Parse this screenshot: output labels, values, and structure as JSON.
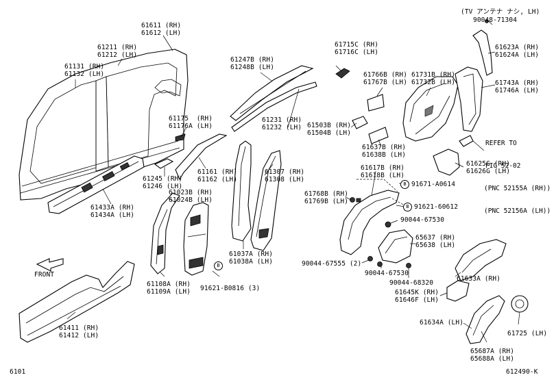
{
  "labels": {
    "p61611": [
      "61611 (RH)",
      "61612 (LH)"
    ],
    "p61211": [
      "61211 (RH)",
      "61212 (LH)"
    ],
    "p61131": [
      "61131 (RH)",
      "61132 (LH)"
    ],
    "p61247": [
      "61247B (RH)",
      "61248B (LH)"
    ],
    "p61715": [
      "61715C (RH)",
      "61716C (LH)"
    ],
    "p61766": [
      "61766B (RH)",
      "61767B (LH)"
    ],
    "p61731": [
      "61731B (RH)",
      "61732B (LH)"
    ],
    "p61623": [
      "61623A (RH)",
      "61624A (LH)"
    ],
    "p61743": [
      "61743A (RH)",
      "61746A (LH)"
    ],
    "p61175": [
      "61175  (RH)",
      "61176A (LH)"
    ],
    "p61231": [
      "61231 (RH)",
      "61232 (LH)"
    ],
    "p61503": [
      "61503B (RH)",
      "61504B (LH)"
    ],
    "p61637": [
      "61637B (RH)",
      "61638B (LH)"
    ],
    "p61625": [
      "61625G (RH)",
      "61626G (LH)"
    ],
    "p61161": [
      "61161 (RH)",
      "61162 (LH)"
    ],
    "p61307": [
      "61307 (RH)",
      "61308 (LH)"
    ],
    "p61245": [
      "61245 (RH)",
      "61246 (LH)"
    ],
    "p61617": [
      "61617B (RH)",
      "61618B (LH)"
    ],
    "p61023": [
      "61023B (RH)",
      "61024B (LH)"
    ],
    "p61768": [
      "61768B (RH)",
      "61769B (LH)"
    ],
    "p61433": [
      "61433A (RH)",
      "61434A (LH)"
    ],
    "p65637": [
      "65637 (RH)",
      "65638 (LH)"
    ],
    "p61037": [
      "61037A (RH)",
      "61038A (LH)"
    ],
    "p61108": [
      "61108A (RH)",
      "61109A (LH)"
    ],
    "p61633": [
      "61633A (RH)"
    ],
    "p61645": [
      "61645K (RH)",
      "61646F (LH)"
    ],
    "p61634": [
      "61634A (LH)"
    ],
    "p61725": [
      "61725 (LH)"
    ],
    "p61411": [
      "61411 (RH)",
      "61412 (LH)"
    ],
    "p65687": [
      "65687A (RH)",
      "65688A (LH)"
    ]
  },
  "single_labels": {
    "tv_antenna": "(TV アンテナ ナシ, LH)",
    "p90048": "90048-71304",
    "p91671": "91671-A0614",
    "p91621_60612": "91621-60612",
    "p90044_67530a": "90044-67530",
    "p90044_67555": "90044-67555 (2)",
    "p90044_67530b": "90044-67530",
    "p90044_68320": "90044-68320",
    "p91621_b0816": "91621-B0816 (3)",
    "front": "FRONT",
    "page_code": "6101",
    "diagram_code": "612490-K"
  },
  "refer": {
    "line1": "REFER TO",
    "line2": "FIG 52-02",
    "line3": "(PNC 52155A (RH))",
    "line4": "(PNC 52156A (LH))"
  },
  "bolt_marker": "B"
}
